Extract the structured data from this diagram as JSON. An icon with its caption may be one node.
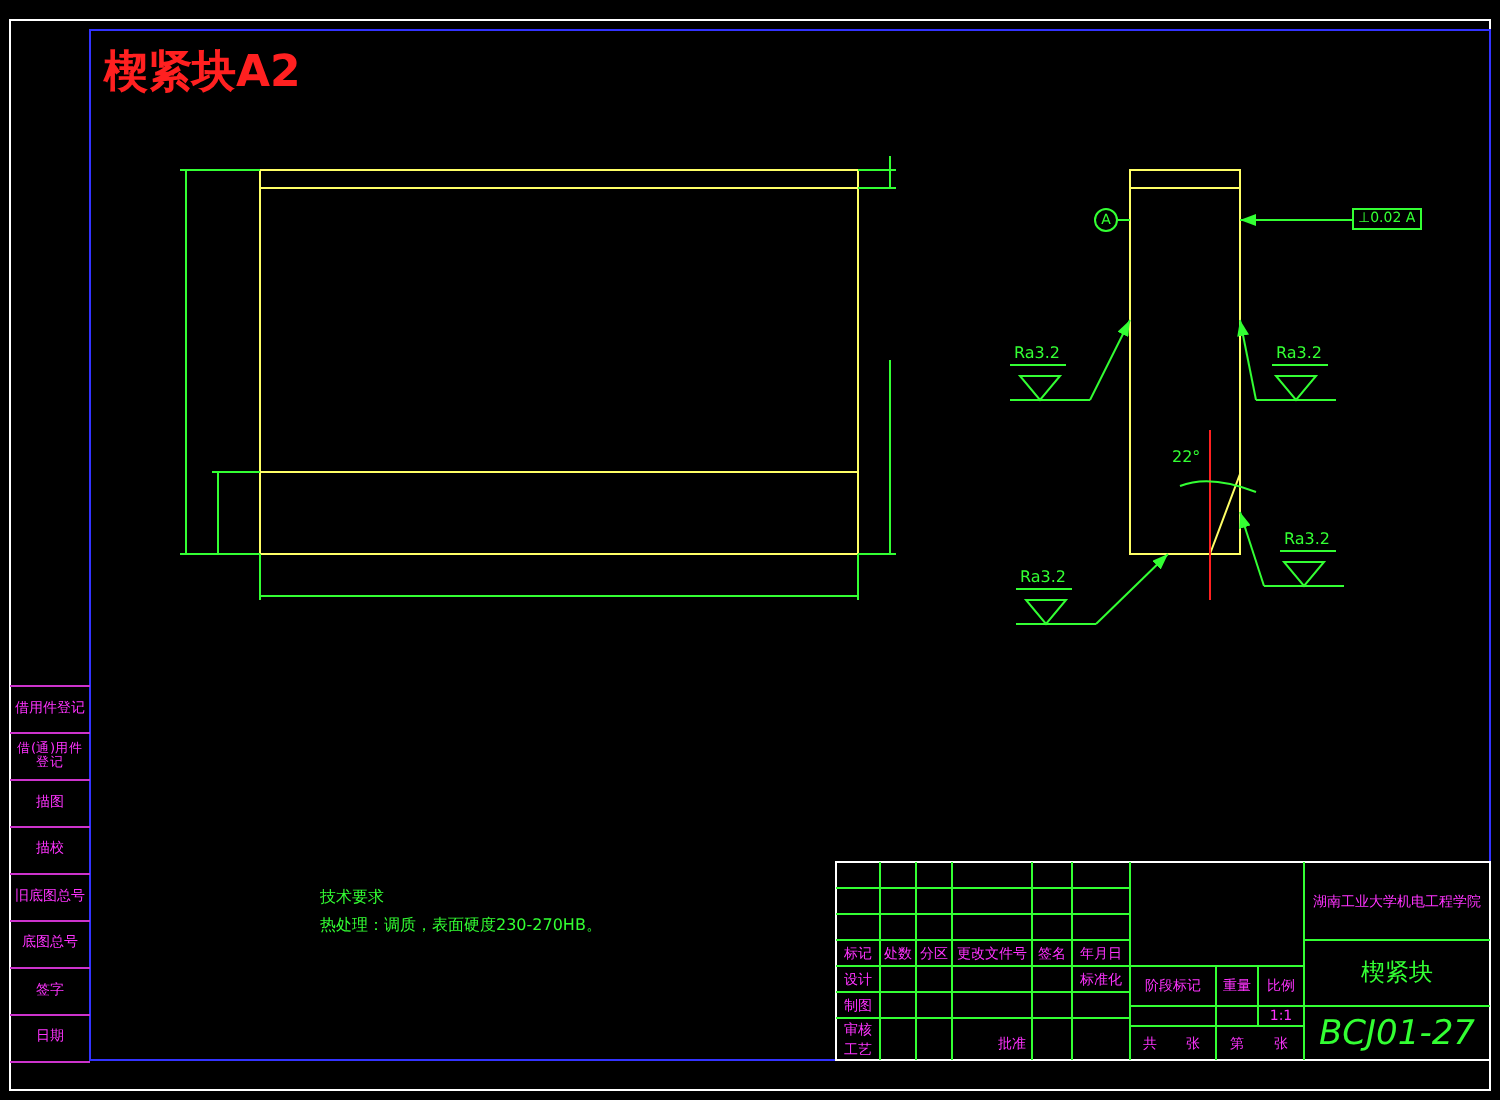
{
  "diagram": {
    "title": "楔紧块A2",
    "nodes": [
      {
        "text": [],
        "shape": "box"
      },
      {
        "text": [],
        "shape": "box"
      },
      {
        "text": [
          "Ra3.2"
        ]
      },
      {
        "text": [
          "Ra3.2"
        ]
      },
      {
        "text": [
          "Ra3.2"
        ]
      },
      {
        "text": [
          "Ra3.2"
        ]
      },
      {
        "text": [
          "A"
        ]
      },
      {
        "text": [
          "⊥0.02 A"
        ]
      }
    ],
    "edges": [
      {
        "from": 2,
        "to": 1,
        "arrow": "to"
      },
      {
        "from": 3,
        "to": 1,
        "arrow": "to"
      },
      {
        "from": 4,
        "to": 1,
        "arrow": "to"
      },
      {
        "from": 5,
        "to": 1,
        "arrow": "to"
      },
      {
        "from": 6,
        "to": 1,
        "arrow": "none"
      },
      {
        "from": 7,
        "to": 1,
        "arrow": "to"
      }
    ],
    "labels": [
      "22°",
      "技术要求",
      "热处理：调质，表面硬度230-270HB。",
      "借用件登记",
      "借(通)用件登记",
      "描图",
      "描校",
      "旧底图总号",
      "底图总号",
      "签字",
      "日期",
      "湖南工业大学机电工程学院",
      "标记",
      "处数",
      "分区",
      "更改文件号",
      "签名",
      "年月日",
      "设计",
      "标准化",
      "阶段标记",
      "重量",
      "比例",
      "楔紧块",
      "制图",
      "1:1",
      "审核",
      "工艺",
      "批准",
      "共",
      "张",
      "第",
      "张",
      "BCJ01-27"
    ]
  }
}
